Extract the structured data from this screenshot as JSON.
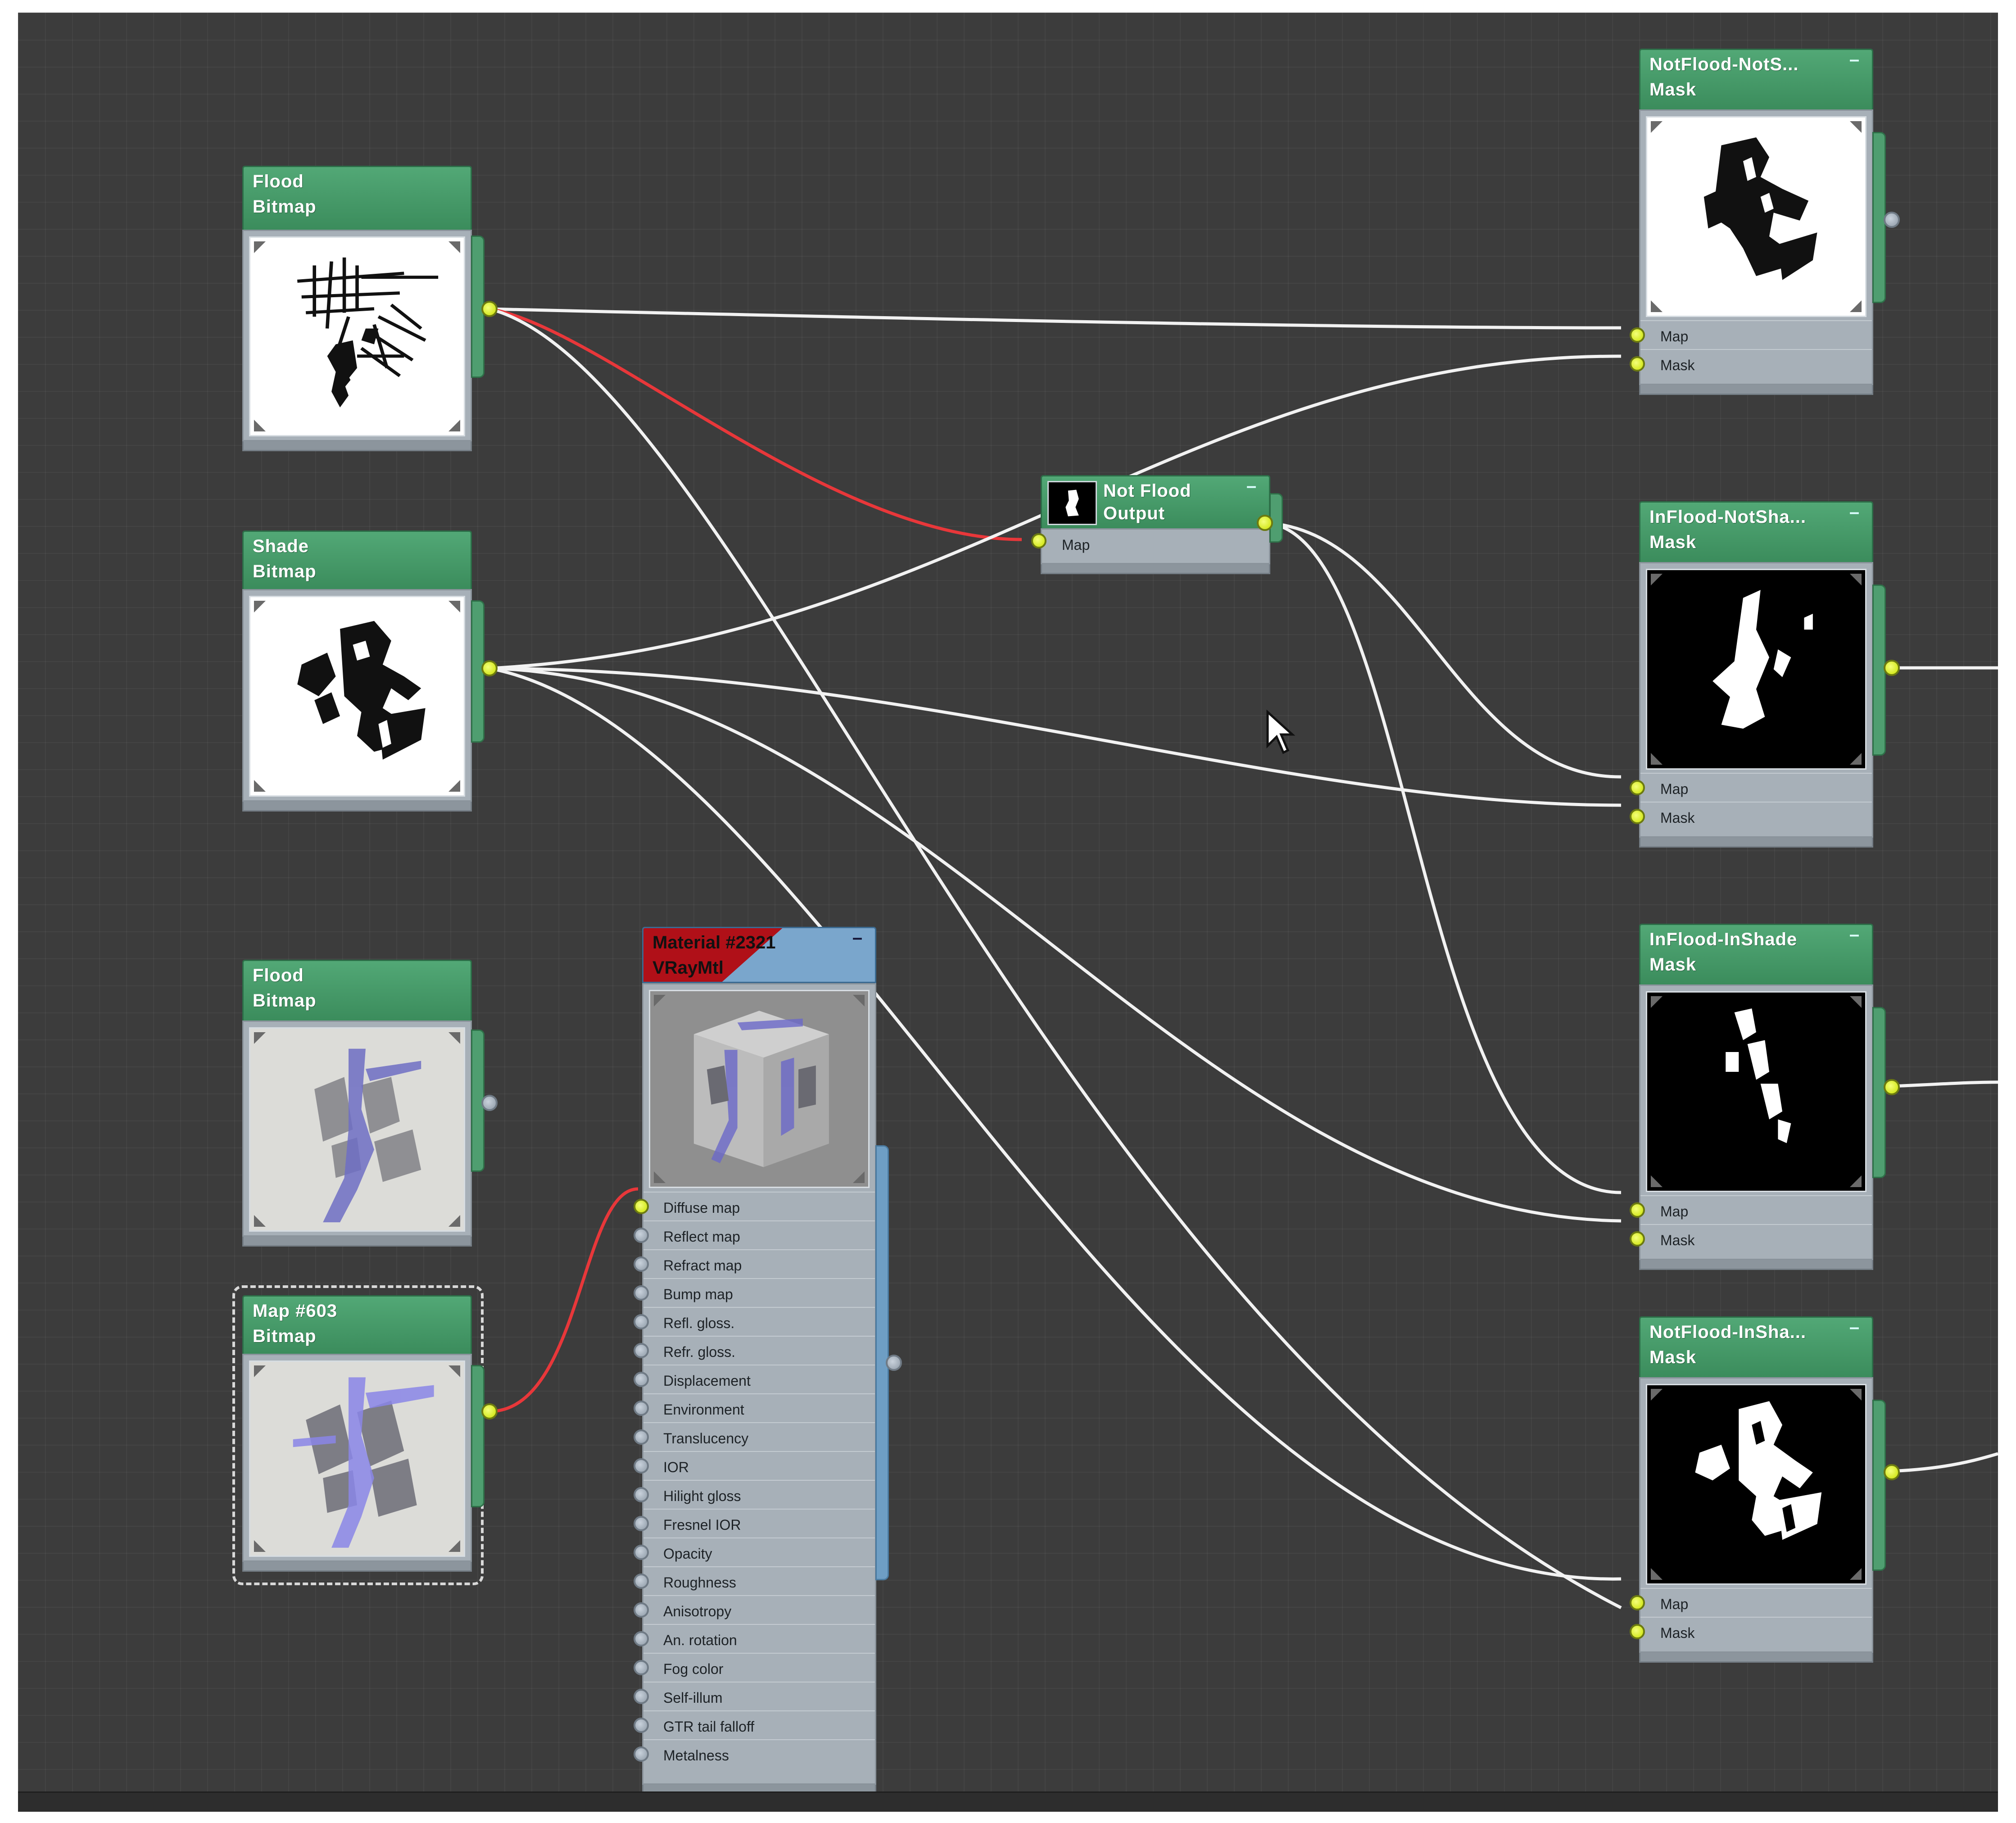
{
  "nodes": {
    "flood_bitmap_1": {
      "title": "Flood",
      "type": "Bitmap"
    },
    "shade_bitmap": {
      "title": "Shade",
      "type": "Bitmap"
    },
    "flood_bitmap_2": {
      "title": "Flood",
      "type": "Bitmap"
    },
    "map_603": {
      "title": "Map #603",
      "type": "Bitmap"
    },
    "not_flood_output": {
      "title": "Not Flood",
      "type": "Output",
      "slots": [
        "Map"
      ]
    },
    "material_2321": {
      "title": "Material #2321",
      "type": "VRayMtl",
      "slots": [
        "Diffuse map",
        "Reflect map",
        "Refract map",
        "Bump map",
        "Refl. gloss.",
        "Refr. gloss.",
        "Displacement",
        "Environment",
        "Translucency",
        "IOR",
        "Hilight gloss",
        "Fresnel IOR",
        "Opacity",
        "Roughness",
        "Anisotropy",
        "An. rotation",
        "Fog color",
        "Self-illum",
        "GTR tail falloff",
        "Metalness"
      ]
    },
    "mask_notflood_notshade": {
      "title": "NotFlood-NotS...",
      "type": "Mask",
      "slots": [
        "Map",
        "Mask"
      ]
    },
    "mask_inflood_notshade": {
      "title": "InFlood-NotSha...",
      "type": "Mask",
      "slots": [
        "Map",
        "Mask"
      ]
    },
    "mask_inflood_inshade": {
      "title": "InFlood-InShade",
      "type": "Mask",
      "slots": [
        "Map",
        "Mask"
      ]
    },
    "mask_notflood_inshade": {
      "title": "NotFlood-InSha...",
      "type": "Mask",
      "slots": [
        "Map",
        "Mask"
      ]
    }
  },
  "colors": {
    "canvas": "#3c3c3c",
    "node_header_green": "#4a9c6c",
    "material_header_red": "#b01018",
    "material_header_blue": "#7aa6cc",
    "node_body": "#a7b0b8",
    "wire": "#f2f2f2",
    "wire_selected": "#e8373a",
    "port_active": "#d4ec10",
    "port_inactive": "#9aa6b2"
  },
  "icons": {
    "minimize": "minimize-icon",
    "cursor": "mouse-pointer-icon"
  }
}
